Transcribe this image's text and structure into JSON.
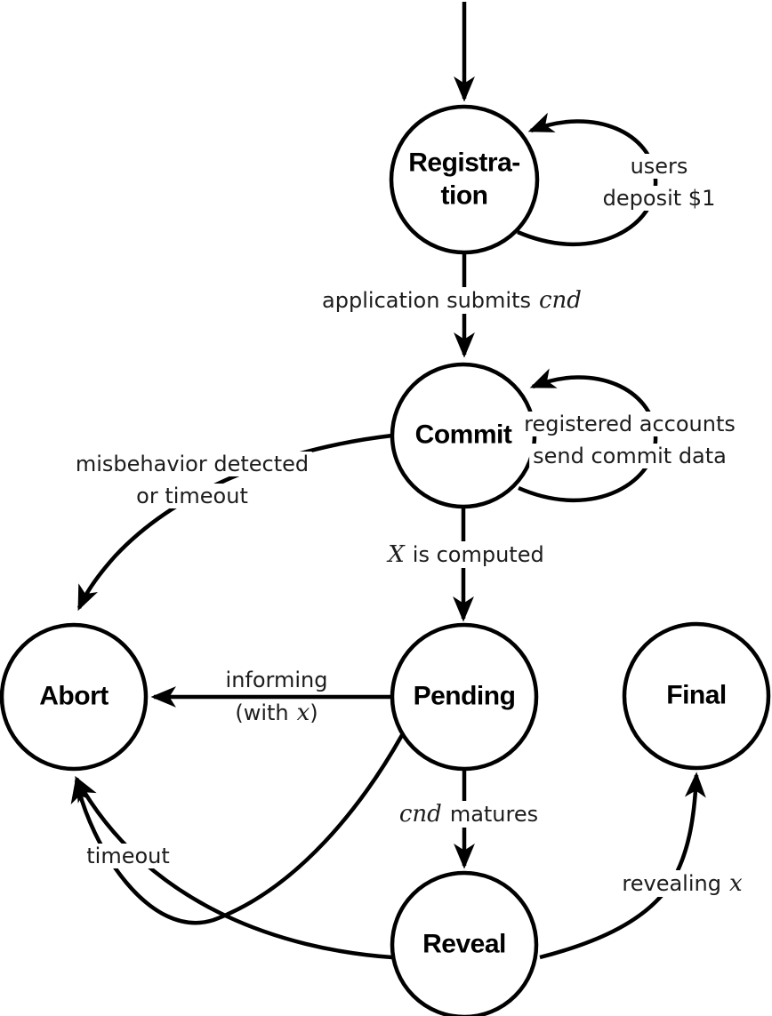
{
  "nodes": {
    "registration": {
      "line1": "Registra-",
      "line2": "tion"
    },
    "commit": {
      "label": "Commit"
    },
    "abort": {
      "label": "Abort"
    },
    "pending": {
      "label": "Pending"
    },
    "final": {
      "label": "Final"
    },
    "reveal": {
      "label": "Reveal"
    }
  },
  "edge_labels": {
    "users_deposit": {
      "line1": "users",
      "line2": "deposit $1"
    },
    "application_submits": {
      "text": "application submits",
      "math": "cnd"
    },
    "registered_accounts": {
      "line1": "registered accounts",
      "line2": "send commit data"
    },
    "misbehavior": {
      "line1": "misbehavior detected",
      "line2": "or timeout"
    },
    "x_computed": {
      "math": "X",
      "text": "is computed"
    },
    "informing": {
      "line1": "informing",
      "line2_open": "(with",
      "line2_math": "x",
      "line2_close": ")"
    },
    "cnd_matures": {
      "math": "cnd",
      "text": "matures"
    },
    "timeout": {
      "label": "timeout"
    },
    "revealing": {
      "text": "revealing",
      "math": "x"
    }
  },
  "colors": {
    "stroke": "#000000",
    "text": "#1c1c1c",
    "background": "#ffffff"
  }
}
